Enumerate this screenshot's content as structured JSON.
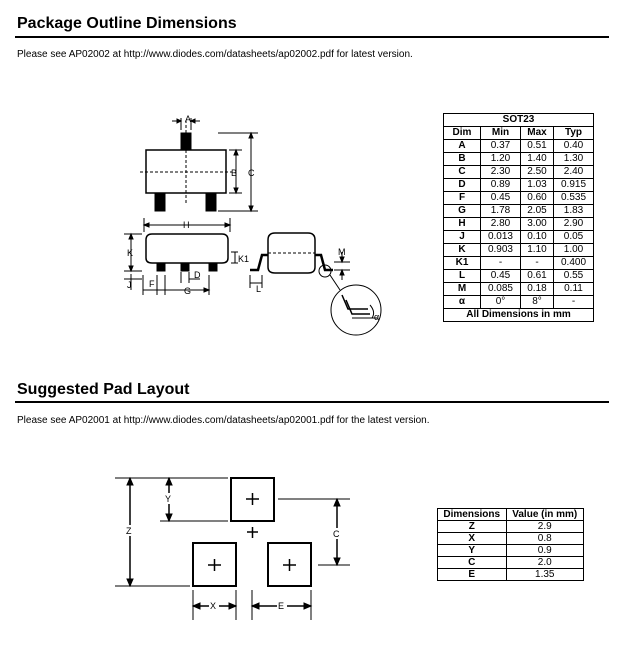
{
  "outline": {
    "title": "Package Outline Dimensions",
    "note": "Please see AP02002 at http://www.diodes.com/datasheets/ap02002.pdf for latest version."
  },
  "sot_table": {
    "package": "SOT23",
    "headers": [
      "Dim",
      "Min",
      "Max",
      "Typ"
    ],
    "rows": [
      [
        "A",
        "0.37",
        "0.51",
        "0.40"
      ],
      [
        "B",
        "1.20",
        "1.40",
        "1.30"
      ],
      [
        "C",
        "2.30",
        "2.50",
        "2.40"
      ],
      [
        "D",
        "0.89",
        "1.03",
        "0.915"
      ],
      [
        "F",
        "0.45",
        "0.60",
        "0.535"
      ],
      [
        "G",
        "1.78",
        "2.05",
        "1.83"
      ],
      [
        "H",
        "2.80",
        "3.00",
        "2.90"
      ],
      [
        "J",
        "0.013",
        "0.10",
        "0.05"
      ],
      [
        "K",
        "0.903",
        "1.10",
        "1.00"
      ],
      [
        "K1",
        "-",
        "-",
        "0.400"
      ],
      [
        "L",
        "0.45",
        "0.61",
        "0.55"
      ],
      [
        "M",
        "0.085",
        "0.18",
        "0.11"
      ],
      [
        "α",
        "0°",
        "8°",
        "-"
      ]
    ],
    "footer": "All Dimensions in mm"
  },
  "drawing_labels": {
    "A": "A",
    "B": "B",
    "C": "C",
    "H": "H",
    "K": "K",
    "K1": "K1",
    "J": "J",
    "F": "F",
    "D": "D",
    "G": "G",
    "L": "L",
    "M": "M",
    "alpha": "α"
  },
  "pad": {
    "title": "Suggested Pad Layout",
    "note": "Please see AP02001 at http://www.diodes.com/datasheets/ap02001.pdf for the latest version.",
    "labels": {
      "Z": "Z",
      "Y": "Y",
      "C": "C",
      "X": "X",
      "E": "E"
    }
  },
  "pad_table": {
    "headers": [
      "Dimensions",
      "Value (in mm)"
    ],
    "rows": [
      [
        "Z",
        "2.9"
      ],
      [
        "X",
        "0.8"
      ],
      [
        "Y",
        "0.9"
      ],
      [
        "C",
        "2.0"
      ],
      [
        "E",
        "1.35"
      ]
    ]
  }
}
